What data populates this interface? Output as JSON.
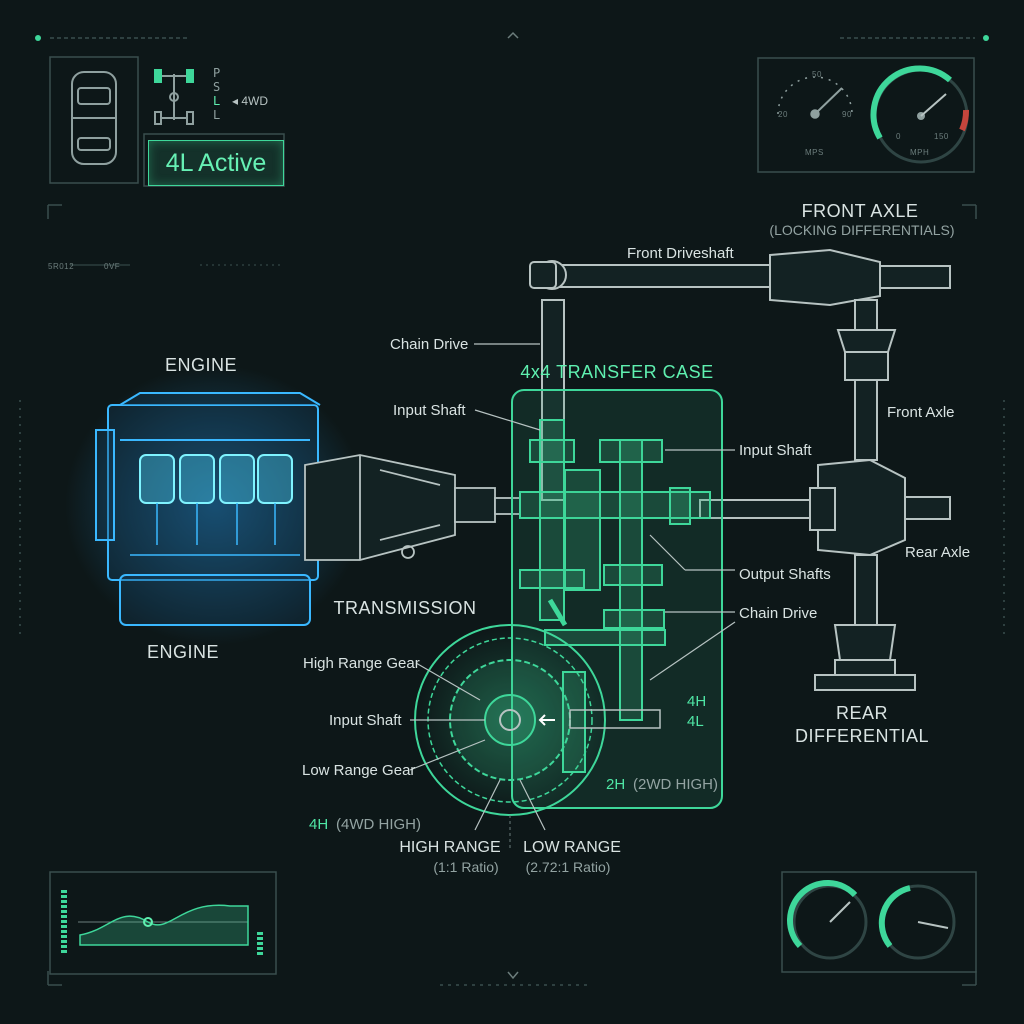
{
  "status": {
    "mode_badge": "4L Active",
    "gear_selector": [
      "P",
      "S",
      "L",
      "L"
    ],
    "selector_indicator": "◂ 4WD",
    "tiny_codes": [
      "5R012",
      "0VF"
    ]
  },
  "gauges": {
    "left": {
      "ticks": [
        "50",
        "20",
        "90"
      ],
      "unit": "MPS"
    },
    "right": {
      "ticks": [
        "0",
        "150"
      ],
      "unit": "MPH"
    }
  },
  "labels": {
    "engine_top": "ENGINE",
    "engine_bottom": "ENGINE",
    "transmission": "TRANSMISSION",
    "transfer_case": "4x4 TRANSFER CASE",
    "front_axle_title": "FRONT AXLE",
    "front_axle_sub": "(LOCKING DIFFERENTIALS)",
    "front_driveshaft": "Front Driveshaft",
    "chain_drive_top": "Chain Drive",
    "input_shaft_left": "Input Shaft",
    "input_shaft_right": "Input Shaft",
    "front_axle": "Front Axle",
    "rear_axle": "Rear Axle",
    "output_shafts": "Output Shafts",
    "chain_drive_right": "Chain Drive",
    "high_range_gear": "High Range Gear",
    "input_shaft_gear": "Input Shaft",
    "low_range_gear": "Low Range Gear",
    "mode_4h": "4H",
    "mode_4l": "4L",
    "mode_2h": "2H",
    "mode_2h_desc": "(2WD HIGH)",
    "mode_4h_bottom": "4H",
    "mode_4h_bottom_desc": "(4WD HIGH)",
    "rear_differential_1": "REAR",
    "rear_differential_2": "DIFFERENTIAL",
    "high_range": "HIGH RANGE",
    "high_range_ratio": "(1:1 Ratio)",
    "low_range": "LOW RANGE",
    "low_range_ratio": "(2.72:1 Ratio)"
  },
  "colors": {
    "background": "#0d1718",
    "line": "#b7c3c2",
    "green": "#3ed79a",
    "blue_glow": "#3ab8ff",
    "frame": "#3a4f4e"
  }
}
